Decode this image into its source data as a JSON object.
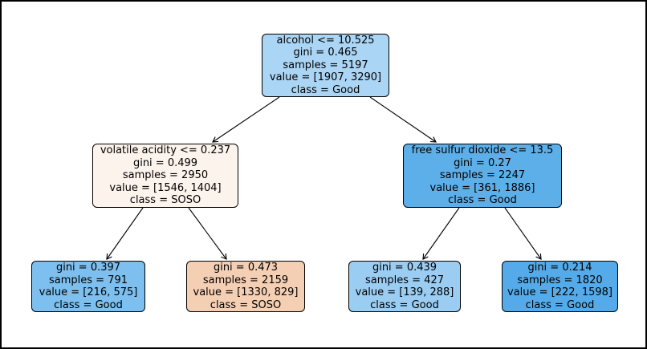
{
  "figure": {
    "background": "#ffffff",
    "border_color": "#000000",
    "edge_color": "#000000",
    "text_color": "#000000"
  },
  "classes": [
    "SOSO",
    "Good"
  ],
  "class_colors": {
    "SOSO": "#e58139",
    "Good": "#399de5"
  },
  "tree": {
    "nodes": {
      "root": {
        "condition": "alcohol <= 10.525",
        "gini": "gini = 0.465",
        "samples": "samples = 5197",
        "value": "value = [1907, 3290]",
        "class_label": "class = Good",
        "fill": "#abd5f4"
      },
      "left": {
        "condition": "volatile acidity <= 0.237",
        "gini": "gini = 0.499",
        "samples": "samples = 2950",
        "value": "value = [1546, 1404]",
        "class_label": "class = SOSO",
        "fill": "#fdf3ed"
      },
      "right": {
        "condition": "free sulfur dioxide <= 13.5",
        "gini": "gini = 0.27",
        "samples": "samples = 2247",
        "value": "value = [361, 1886]",
        "class_label": "class = Good",
        "fill": "#5dafe9"
      },
      "leaf1": {
        "gini": "gini = 0.397",
        "samples": "samples = 791",
        "value": "value = [216, 575]",
        "class_label": "class = Good",
        "fill": "#7dbfee"
      },
      "leaf2": {
        "gini": "gini = 0.473",
        "samples": "samples = 2159",
        "value": "value = [1330, 829]",
        "class_label": "class = SOSO",
        "fill": "#f5cfb4"
      },
      "leaf3": {
        "gini": "gini = 0.439",
        "samples": "samples = 427",
        "value": "value = [139, 288]",
        "class_label": "class = Good",
        "fill": "#9bcdf2"
      },
      "leaf4": {
        "gini": "gini = 0.214",
        "samples": "samples = 1820",
        "value": "value = [222, 1598]",
        "class_label": "class = Good",
        "fill": "#55abe9"
      }
    }
  }
}
